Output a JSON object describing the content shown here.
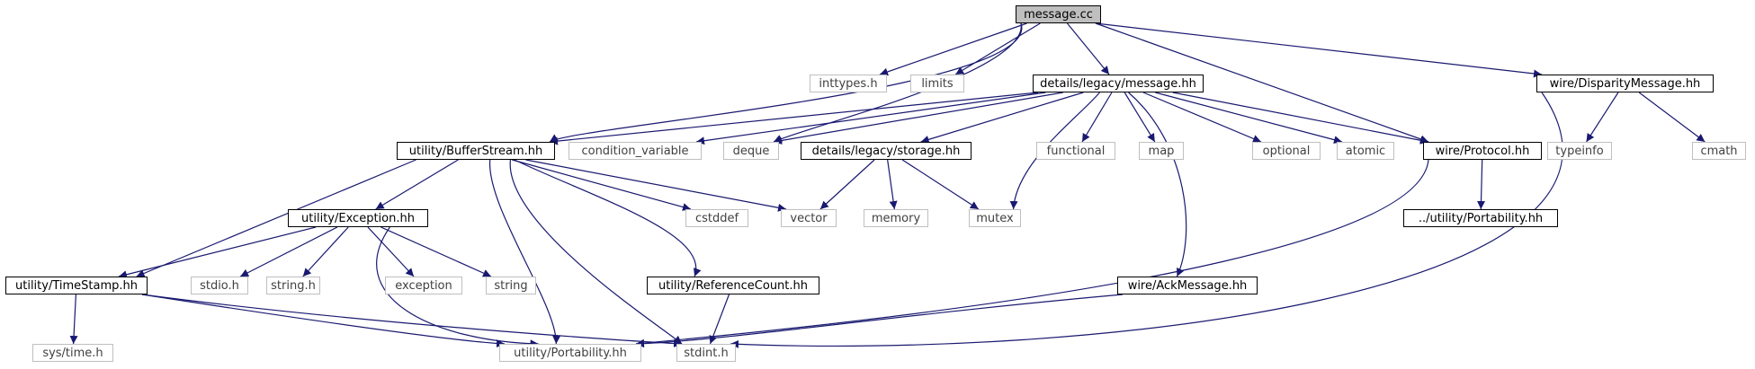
{
  "diagram": {
    "root": "message.cc",
    "colors": {
      "edge": "#191970",
      "root_fill": "#bfbfbf",
      "documented_border": "#000000",
      "system_border": "#bfbfbf",
      "system_text": "#404040"
    },
    "nodes": [
      {
        "id": "message_cc",
        "label": "message.cc",
        "kind": "root"
      },
      {
        "id": "inttypes_h",
        "label": "inttypes.h",
        "kind": "system"
      },
      {
        "id": "limits",
        "label": "limits",
        "kind": "system"
      },
      {
        "id": "legacy_message_hh",
        "label": "details/legacy/message.hh",
        "kind": "documented"
      },
      {
        "id": "disparity_message_hh",
        "label": "wire/DisparityMessage.hh",
        "kind": "documented"
      },
      {
        "id": "buffer_stream_hh",
        "label": "utility/BufferStream.hh",
        "kind": "documented"
      },
      {
        "id": "condition_variable",
        "label": "condition_variable",
        "kind": "system"
      },
      {
        "id": "deque",
        "label": "deque",
        "kind": "system"
      },
      {
        "id": "legacy_storage_hh",
        "label": "details/legacy/storage.hh",
        "kind": "documented"
      },
      {
        "id": "functional",
        "label": "functional",
        "kind": "system"
      },
      {
        "id": "map",
        "label": "map",
        "kind": "system"
      },
      {
        "id": "optional",
        "label": "optional",
        "kind": "system"
      },
      {
        "id": "atomic",
        "label": "atomic",
        "kind": "system"
      },
      {
        "id": "protocol_hh",
        "label": "wire/Protocol.hh",
        "kind": "documented"
      },
      {
        "id": "typeinfo",
        "label": "typeinfo",
        "kind": "system"
      },
      {
        "id": "cmath",
        "label": "cmath",
        "kind": "system"
      },
      {
        "id": "exception_hh",
        "label": "utility/Exception.hh",
        "kind": "documented"
      },
      {
        "id": "cstddef",
        "label": "cstddef",
        "kind": "system"
      },
      {
        "id": "vector",
        "label": "vector",
        "kind": "system"
      },
      {
        "id": "memory",
        "label": "memory",
        "kind": "system"
      },
      {
        "id": "mutex",
        "label": "mutex",
        "kind": "system"
      },
      {
        "id": "rel_portability_hh",
        "label": "../utility/Portability.hh",
        "kind": "documented"
      },
      {
        "id": "timestamp_hh",
        "label": "utility/TimeStamp.hh",
        "kind": "documented"
      },
      {
        "id": "stdio_h",
        "label": "stdio.h",
        "kind": "system"
      },
      {
        "id": "string_h",
        "label": "string.h",
        "kind": "system"
      },
      {
        "id": "exception",
        "label": "exception",
        "kind": "system"
      },
      {
        "id": "string",
        "label": "string",
        "kind": "system"
      },
      {
        "id": "reference_count_hh",
        "label": "utility/ReferenceCount.hh",
        "kind": "documented"
      },
      {
        "id": "ack_message_hh",
        "label": "wire/AckMessage.hh",
        "kind": "documented"
      },
      {
        "id": "sys_time_h",
        "label": "sys/time.h",
        "kind": "system"
      },
      {
        "id": "portability_hh",
        "label": "utility/Portability.hh",
        "kind": "system"
      },
      {
        "id": "stdint_h",
        "label": "stdint.h",
        "kind": "system"
      }
    ],
    "edges": [
      [
        "message_cc",
        "inttypes_h"
      ],
      [
        "message_cc",
        "limits"
      ],
      [
        "message_cc",
        "legacy_message_hh"
      ],
      [
        "message_cc",
        "buffer_stream_hh"
      ],
      [
        "message_cc",
        "deque"
      ],
      [
        "message_cc",
        "protocol_hh"
      ],
      [
        "message_cc",
        "disparity_message_hh"
      ],
      [
        "legacy_message_hh",
        "buffer_stream_hh"
      ],
      [
        "legacy_message_hh",
        "condition_variable"
      ],
      [
        "legacy_message_hh",
        "deque"
      ],
      [
        "legacy_message_hh",
        "legacy_storage_hh"
      ],
      [
        "legacy_message_hh",
        "mutex"
      ],
      [
        "legacy_message_hh",
        "functional"
      ],
      [
        "legacy_message_hh",
        "map"
      ],
      [
        "legacy_message_hh",
        "ack_message_hh"
      ],
      [
        "legacy_message_hh",
        "optional"
      ],
      [
        "legacy_message_hh",
        "atomic"
      ],
      [
        "legacy_message_hh",
        "protocol_hh"
      ],
      [
        "disparity_message_hh",
        "typeinfo"
      ],
      [
        "disparity_message_hh",
        "cmath"
      ],
      [
        "disparity_message_hh",
        "stdint_h"
      ],
      [
        "buffer_stream_hh",
        "timestamp_hh"
      ],
      [
        "buffer_stream_hh",
        "exception_hh"
      ],
      [
        "buffer_stream_hh",
        "portability_hh"
      ],
      [
        "buffer_stream_hh",
        "stdint_h"
      ],
      [
        "buffer_stream_hh",
        "reference_count_hh"
      ],
      [
        "buffer_stream_hh",
        "cstddef"
      ],
      [
        "buffer_stream_hh",
        "vector"
      ],
      [
        "legacy_storage_hh",
        "vector"
      ],
      [
        "legacy_storage_hh",
        "memory"
      ],
      [
        "legacy_storage_hh",
        "mutex"
      ],
      [
        "protocol_hh",
        "rel_portability_hh"
      ],
      [
        "protocol_hh",
        "portability_hh"
      ],
      [
        "exception_hh",
        "timestamp_hh"
      ],
      [
        "exception_hh",
        "stdio_h"
      ],
      [
        "exception_hh",
        "string_h"
      ],
      [
        "exception_hh",
        "portability_hh"
      ],
      [
        "exception_hh",
        "exception"
      ],
      [
        "exception_hh",
        "string"
      ],
      [
        "timestamp_hh",
        "sys_time_h"
      ],
      [
        "timestamp_hh",
        "portability_hh"
      ],
      [
        "timestamp_hh",
        "stdint_h"
      ],
      [
        "reference_count_hh",
        "stdint_h"
      ],
      [
        "ack_message_hh",
        "portability_hh"
      ]
    ]
  }
}
